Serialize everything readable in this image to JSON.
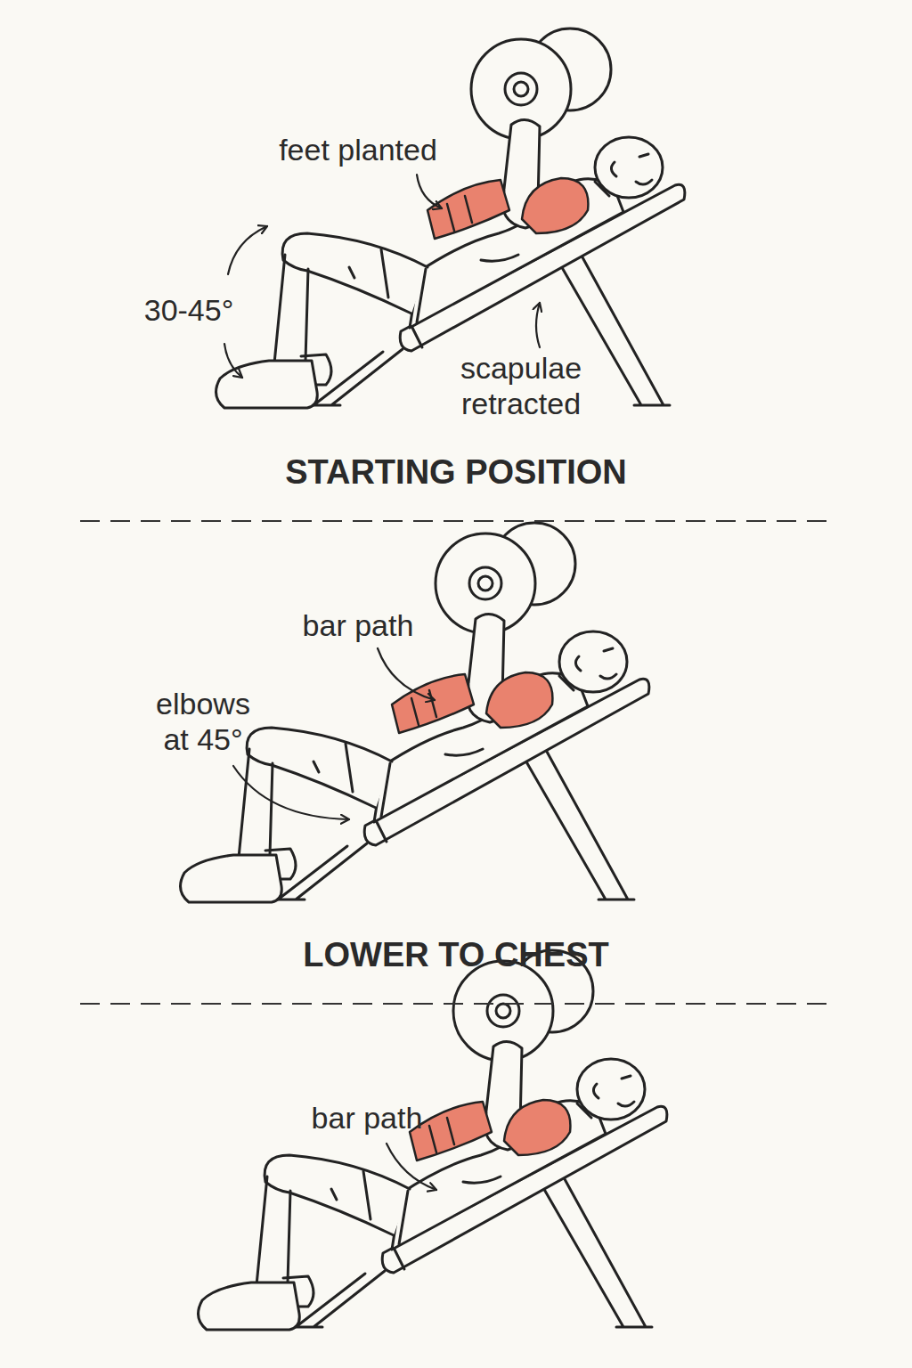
{
  "diagram": {
    "labels": [
      "feet planted",
      "30-45°",
      "scapulae retracted",
      "STARTING POSITION",
      "bar path",
      "elbows at 45°",
      "LOWER TO CHEST",
      "bar path"
    ]
  }
}
